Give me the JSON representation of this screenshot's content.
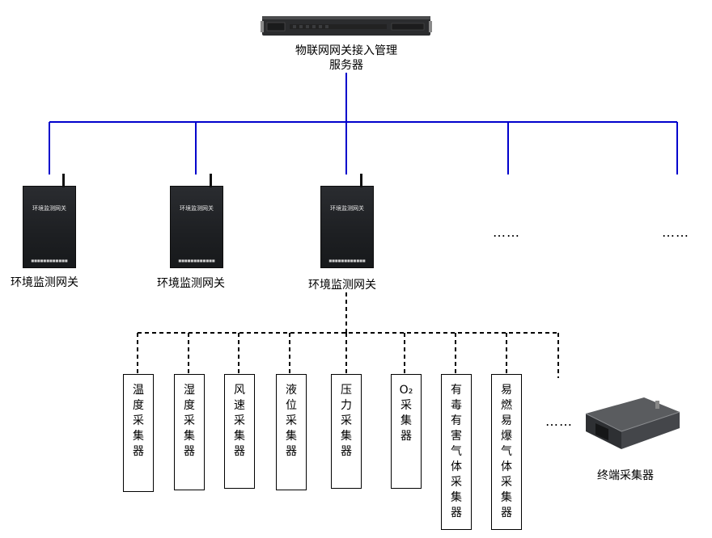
{
  "server": {
    "label_line1": "物联网网关接入管理",
    "label_line2": "服务器"
  },
  "gateways": [
    {
      "label": "环境监测网关",
      "device_title": "环境监测网关"
    },
    {
      "label": "环境监测网关",
      "device_title": "环境监测网关"
    },
    {
      "label": "环境监测网关",
      "device_title": "环境监测网关"
    }
  ],
  "ellipsis": "……",
  "collectors": [
    {
      "chars": [
        "温",
        "度",
        "采",
        "集",
        "器"
      ]
    },
    {
      "chars": [
        "湿",
        "度",
        "采",
        "集",
        "器"
      ]
    },
    {
      "chars": [
        "风",
        "速",
        "采",
        "集",
        "器"
      ]
    },
    {
      "chars": [
        "液",
        "位",
        "采",
        "集",
        "器"
      ]
    },
    {
      "chars": [
        "压",
        "力",
        "采",
        "集",
        "器"
      ]
    },
    {
      "chars": [
        "O₂",
        "采",
        "集",
        "器"
      ]
    },
    {
      "chars": [
        "有",
        "毒",
        "有",
        "害",
        "气",
        "体",
        "采",
        "集",
        "器"
      ]
    },
    {
      "chars": [
        "易",
        "燃",
        "易",
        "爆",
        "气",
        "体",
        "采",
        "集",
        "器"
      ]
    }
  ],
  "terminal": {
    "label": "终端采集器"
  },
  "colors": {
    "bus_line": "#0000cc",
    "dashed_line": "#000000"
  }
}
